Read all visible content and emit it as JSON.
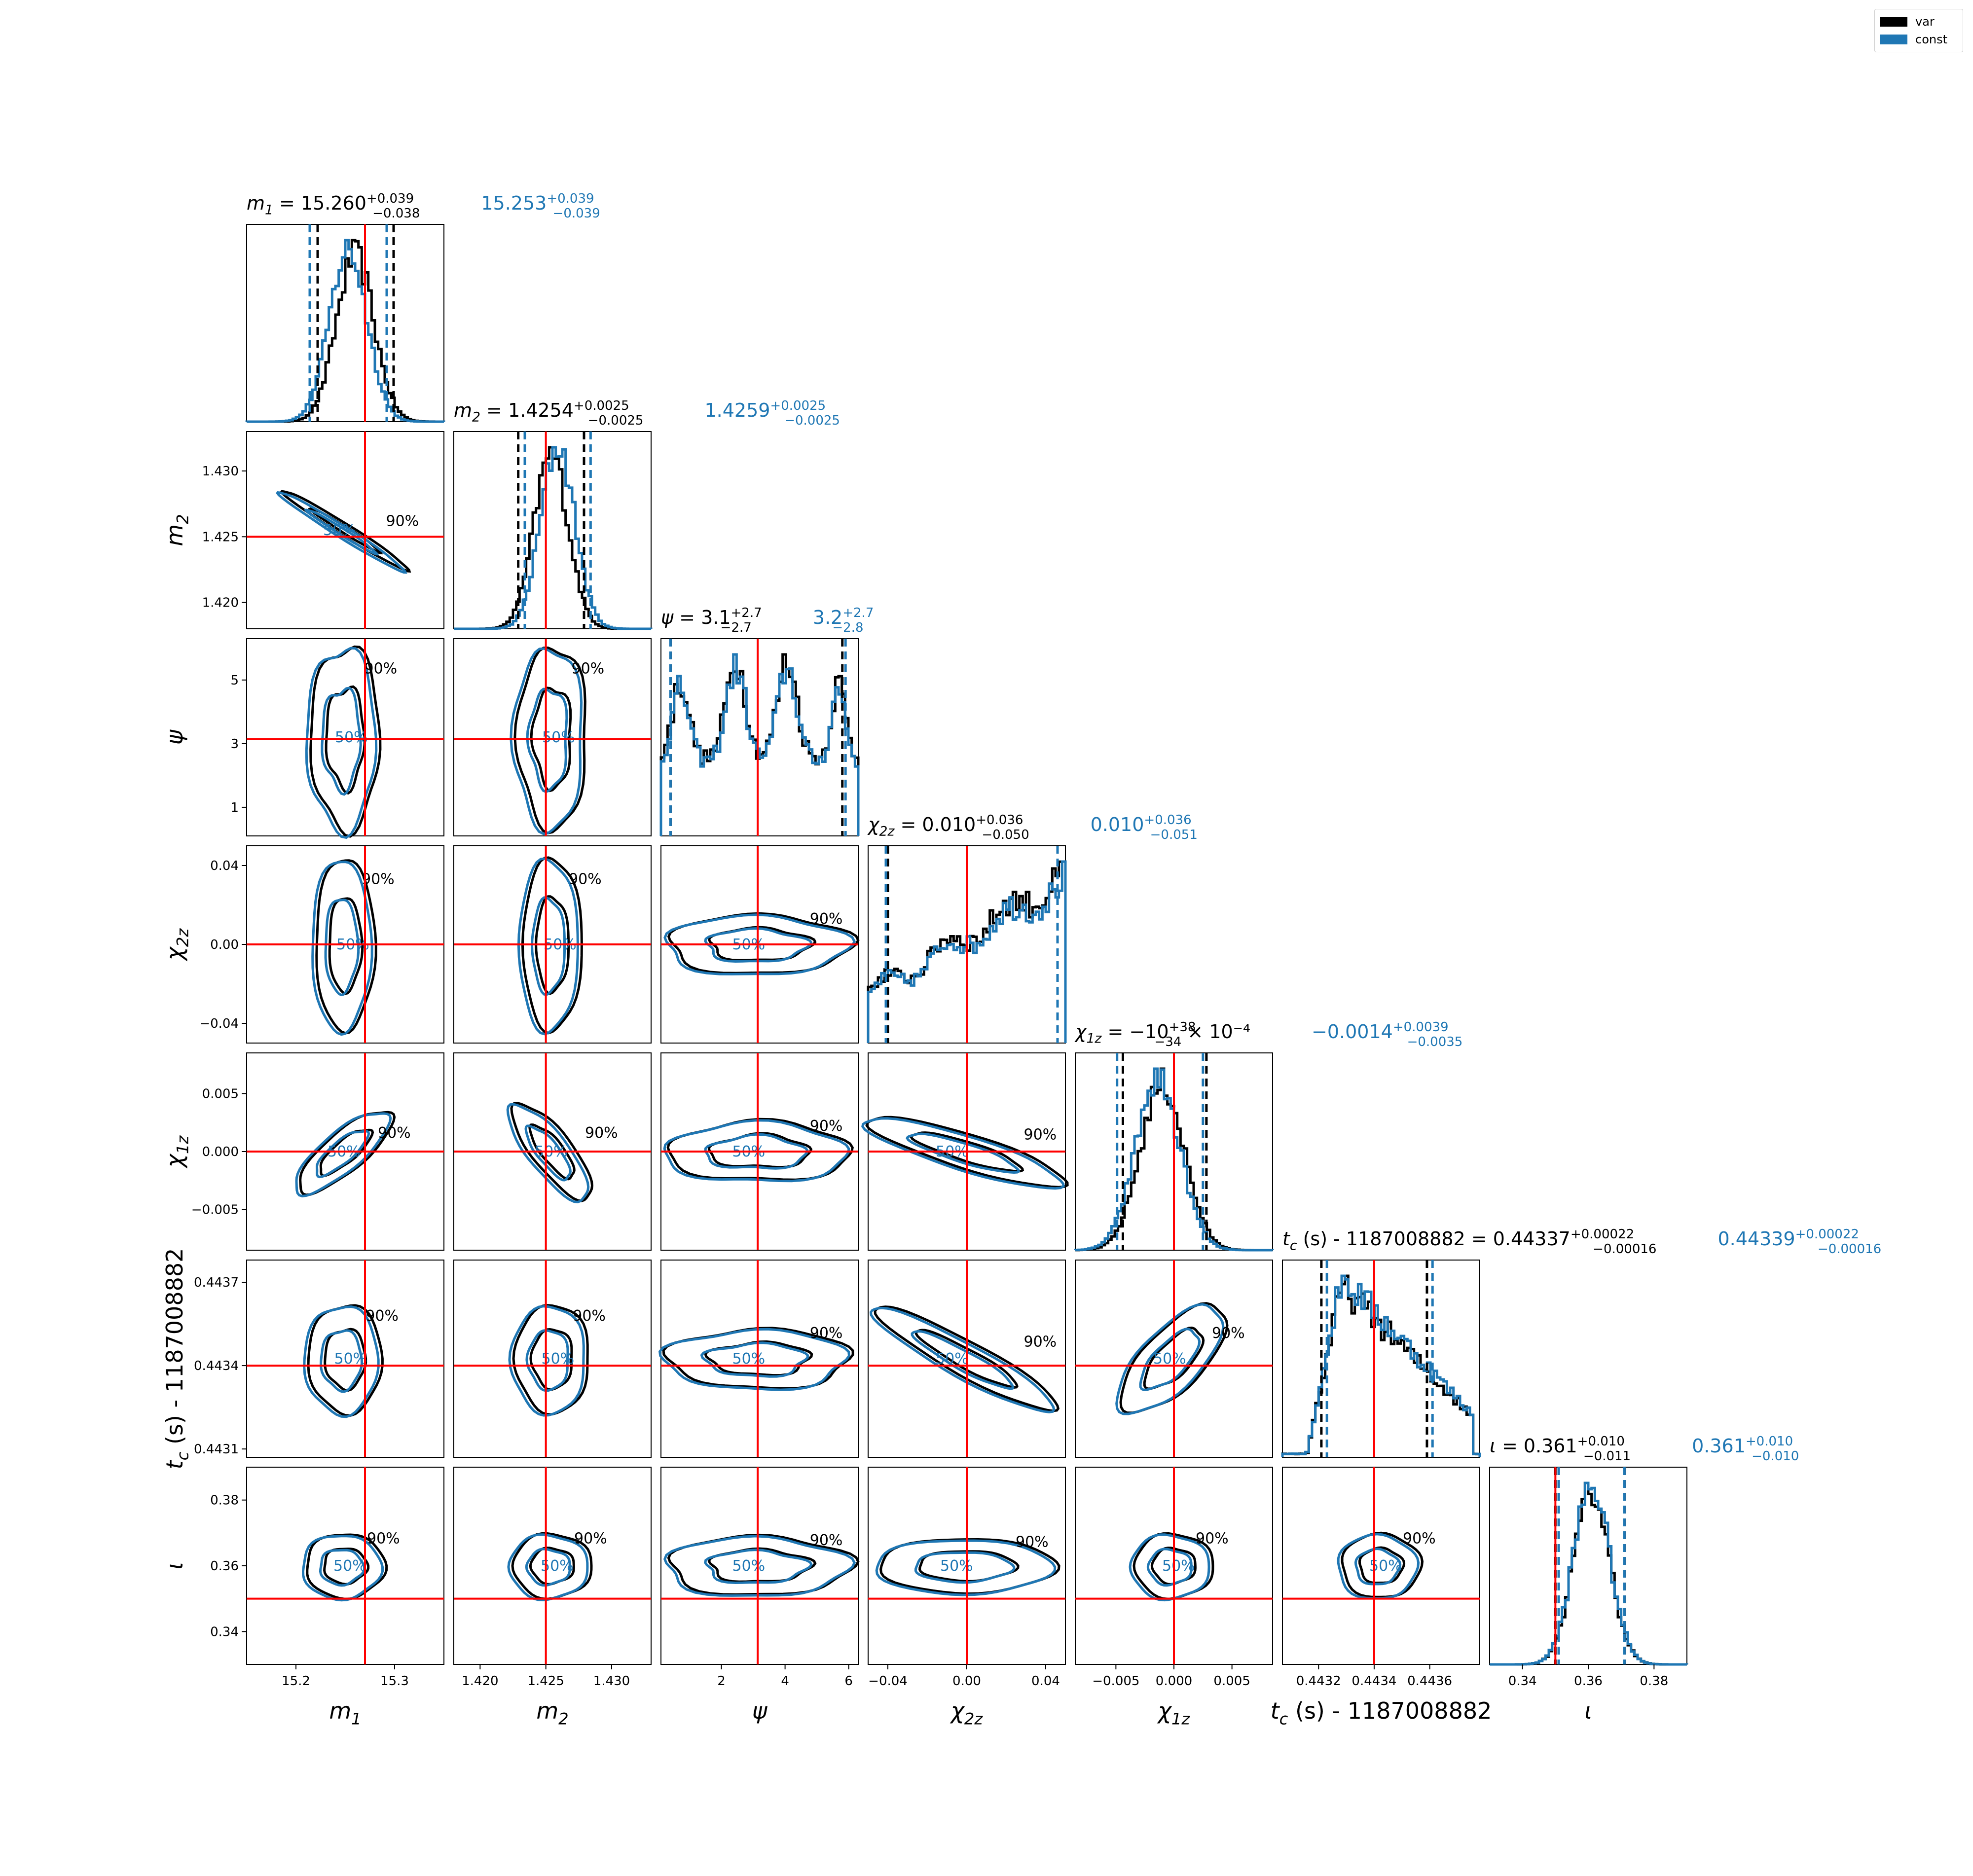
{
  "legend": {
    "entries": [
      {
        "label": "var",
        "color": "#000000"
      },
      {
        "label": "const",
        "color": "#1f77b4"
      }
    ],
    "placement": "top-right"
  },
  "colors": {
    "var": "#000000",
    "const": "#1f77b4",
    "truth": "#ff0000"
  },
  "chart_data": {
    "type": "corner",
    "parameters": [
      {
        "key": "m1",
        "label": "m",
        "sub": "1",
        "range": [
          15.15,
          15.35
        ],
        "ticks": [
          15.2,
          15.3
        ],
        "tick_labels": [
          "15.2",
          "15.3"
        ],
        "truth": 15.27,
        "title_var": {
          "prefix": "m",
          "sub": "1",
          "median": "15.260",
          "plus": "+0.039",
          "minus": "−0.038",
          "suffix": ""
        },
        "title_const": {
          "median": "15.253",
          "plus": "+0.039",
          "minus": "−0.039"
        },
        "q_var": [
          15.222,
          15.299
        ],
        "q_const": [
          15.214,
          15.292
        ]
      },
      {
        "key": "m2",
        "label": "m",
        "sub": "2",
        "range": [
          1.418,
          1.433
        ],
        "ticks": [
          1.42,
          1.425,
          1.43
        ],
        "tick_labels": [
          "1.420",
          "1.425",
          "1.430"
        ],
        "truth": 1.425,
        "title_var": {
          "prefix": "m",
          "sub": "2",
          "median": "1.4254",
          "plus": "+0.0025",
          "minus": "−0.0025",
          "suffix": ""
        },
        "title_const": {
          "median": "1.4259",
          "plus": "+0.0025",
          "minus": "−0.0025"
        },
        "q_var": [
          1.4229,
          1.4279
        ],
        "q_const": [
          1.4234,
          1.4284
        ]
      },
      {
        "key": "psi",
        "label": "ψ",
        "sub": "",
        "range": [
          0.1,
          6.3
        ],
        "ticks": [
          1,
          3,
          5
        ],
        "tick_labels": [
          "1",
          "3",
          "5"
        ],
        "ticks_x": [
          2,
          4,
          6
        ],
        "tick_labels_x": [
          "2",
          "4",
          "6"
        ],
        "truth": 3.14,
        "title_var": {
          "prefix": "ψ",
          "sub": "",
          "median": "3.1",
          "plus": "+2.7",
          "minus": "−2.7",
          "suffix": ""
        },
        "title_const": {
          "median": "3.2",
          "plus": "+2.7",
          "minus": "−2.8"
        },
        "q_var": [
          0.4,
          5.8
        ],
        "q_const": [
          0.4,
          5.9
        ]
      },
      {
        "key": "chi2z",
        "label": "χ",
        "sub": "2z",
        "range": [
          -0.05,
          0.05
        ],
        "ticks": [
          -0.04,
          0.0,
          0.04
        ],
        "tick_labels": [
          "−0.04",
          "0.00",
          "0.04"
        ],
        "truth": 0.0,
        "title_var": {
          "prefix": "χ",
          "sub": "2z",
          "median": "0.010",
          "plus": "+0.036",
          "minus": "−0.050",
          "suffix": ""
        },
        "title_const": {
          "median": "0.010",
          "plus": "+0.036",
          "minus": "−0.051"
        },
        "q_var": [
          -0.04,
          0.046
        ],
        "q_const": [
          -0.041,
          0.046
        ]
      },
      {
        "key": "chi1z",
        "label": "χ",
        "sub": "1z",
        "range": [
          -0.0085,
          0.0085
        ],
        "ticks": [
          -0.005,
          0.0,
          0.005
        ],
        "tick_labels": [
          "−0.005",
          "0.000",
          "0.005"
        ],
        "truth": 0.0,
        "title_var": {
          "prefix": "χ",
          "sub": "1z",
          "median": "−10",
          "plus": "+38",
          "minus": "−34",
          "suffix": " × 10⁻⁴"
        },
        "title_const": {
          "median": "−0.0014",
          "plus": "+0.0039",
          "minus": "−0.0035"
        },
        "q_var": [
          -0.0044,
          0.0028
        ],
        "q_const": [
          -0.0049,
          0.0025
        ]
      },
      {
        "key": "tc",
        "label": "t",
        "sub": "c",
        "label_suffix": " (s) - 1187008882",
        "range": [
          0.44307,
          0.44378
        ],
        "ticks": [
          0.4431,
          0.4434,
          0.4437
        ],
        "tick_labels": [
          "0.4431",
          "0.4434",
          "0.4437"
        ],
        "ticks_x": [
          0.4432,
          0.4434,
          0.4436
        ],
        "tick_labels_x": [
          "0.4432",
          "0.4434",
          "0.4436"
        ],
        "truth": 0.4434,
        "title_var": {
          "prefix": "t",
          "sub": "c",
          "median": "0.44337",
          "plus": "+0.00022",
          "minus": "−0.00016",
          "suffix": "",
          "mid": " (s) - 1187008882"
        },
        "title_const": {
          "median": "0.44339",
          "plus": "+0.00022",
          "minus": "−0.00016"
        },
        "q_var": [
          0.44321,
          0.44359
        ],
        "q_const": [
          0.44323,
          0.44361
        ]
      },
      {
        "key": "iota",
        "label": "ι",
        "sub": "",
        "range": [
          0.33,
          0.39
        ],
        "ticks": [
          0.34,
          0.36,
          0.38
        ],
        "tick_labels": [
          "0.34",
          "0.36",
          "0.38"
        ],
        "truth": 0.35,
        "title_var": {
          "prefix": "ι",
          "sub": "",
          "median": "0.361",
          "plus": "+0.010",
          "minus": "−0.011",
          "suffix": ""
        },
        "title_const": {
          "median": "0.361",
          "plus": "+0.010",
          "minus": "−0.010"
        },
        "q_var": [
          0.35,
          0.371
        ],
        "q_const": [
          0.351,
          0.371
        ]
      }
    ],
    "histogram_shapes": {
      "m1": {
        "type": "gauss",
        "mu_var": 15.26,
        "sd_var": 0.019,
        "mu_const": 15.253,
        "sd_const": 0.019
      },
      "m2": {
        "type": "gauss",
        "mu_var": 1.4254,
        "sd_var": 0.0013,
        "mu_const": 1.4259,
        "sd_const": 0.0013
      },
      "psi": {
        "type": "multimodal"
      },
      "chi2z": {
        "type": "ramp"
      },
      "chi1z": {
        "type": "gauss",
        "mu_var": -0.001,
        "sd_var": 0.0019,
        "mu_const": -0.0014,
        "sd_const": 0.0019
      },
      "tc": {
        "type": "skew"
      },
      "iota": {
        "type": "gauss",
        "mu_var": 0.361,
        "sd_var": 0.0055,
        "mu_const": 0.361,
        "sd_const": 0.0055
      }
    },
    "contour_levels": [
      "50%",
      "90%"
    ],
    "grid": false
  }
}
